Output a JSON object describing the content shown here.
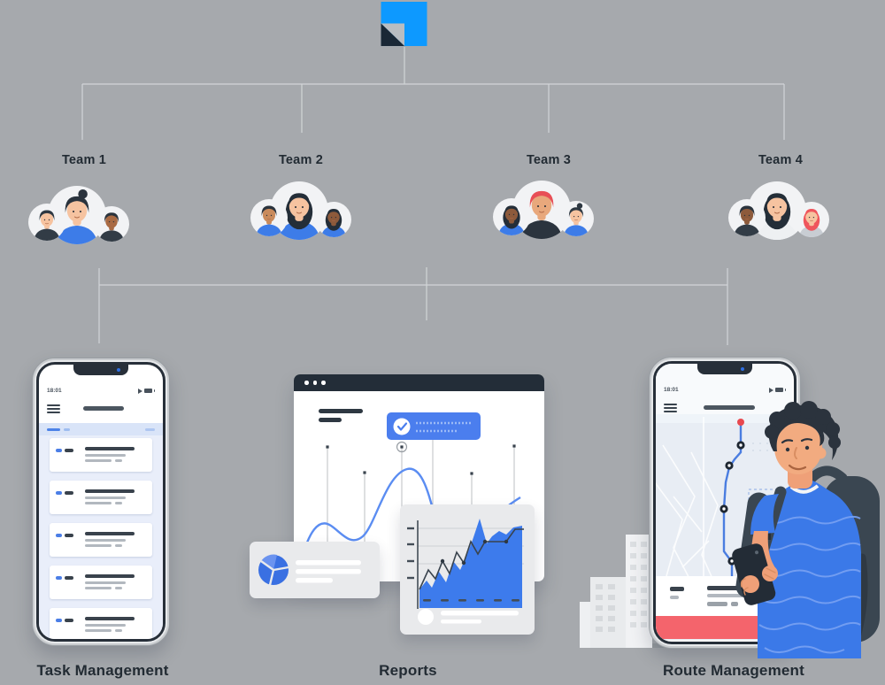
{
  "canvas": {
    "background": "#a6a9ad",
    "connector_color": "#d2d5d8"
  },
  "logo": {
    "blue": "#0d99ff",
    "dark_fold": "#1a2836",
    "light_fold": "#b9bdc1"
  },
  "org_chart": {
    "teams": [
      {
        "label": "Team 1",
        "members": [
          {
            "skin": "#f6c3a0",
            "hair": "#2e3842",
            "shirt": "#323c46",
            "style": "short"
          },
          {
            "skin": "#f6c3a0",
            "hair": "#2a333d",
            "shirt": "#3d7ce8",
            "style": "bun"
          },
          {
            "skin": "#a96a43",
            "hair": "#2a333d",
            "shirt": "#323c46",
            "style": "short"
          }
        ]
      },
      {
        "label": "Team 2",
        "members": [
          {
            "skin": "#c98a5b",
            "hair": "#2a333d",
            "shirt": "#3d7ce8",
            "style": "short"
          },
          {
            "skin": "#f6c3a0",
            "hair": "#242e38",
            "shirt": "#3d7ce8",
            "style": "long"
          },
          {
            "skin": "#8d5a3b",
            "hair": "#242e38",
            "shirt": "#3d7ce8",
            "style": "long"
          }
        ]
      },
      {
        "label": "Team 3",
        "members": [
          {
            "skin": "#8d5a3b",
            "hair": "#242e38",
            "shirt": "#3d7ce8",
            "style": "long"
          },
          {
            "skin": "#e8a87c",
            "hair": "#e84f57",
            "shirt": "#2b343e",
            "style": "short"
          },
          {
            "skin": "#f6c3a0",
            "hair": "#2e3842",
            "shirt": "#3d7ce8",
            "style": "bun"
          }
        ]
      },
      {
        "label": "Team 4",
        "members": [
          {
            "skin": "#8d5a3b",
            "hair": "#2a333d",
            "shirt": "#323c46",
            "style": "short"
          },
          {
            "skin": "#f6c3a0",
            "hair": "#242e38",
            "shirt": "#eef0f2",
            "style": "long"
          },
          {
            "skin": "#f6c3a0",
            "hair": "#ef555c",
            "shirt": "#c8cdd3",
            "style": "long"
          }
        ]
      }
    ]
  },
  "features": [
    {
      "label": "Task Management"
    },
    {
      "label": "Reports"
    },
    {
      "label": "Route Management"
    }
  ],
  "task_app": {
    "status_time": "18:01",
    "cards": 5,
    "accent": "#4b7ee6",
    "band_color": "#d9e4f8"
  },
  "reports": {
    "banner_color": "#4b7eee",
    "curve_color": "#5b8df2",
    "pie_color": "#3a70e2",
    "area_color": "#3d7bec",
    "lollipop_x": [
      38,
      80,
      122,
      157,
      201,
      249
    ],
    "lollipop_top": [
      63,
      92,
      63,
      42,
      93,
      62
    ],
    "highlight_stem": 2
  },
  "route_app": {
    "status_time": "18:01",
    "route_color": "#4a7de0",
    "destination_color": "#e8484f",
    "action_bar_color": "#f4646c",
    "destination": [
      96,
      66
    ],
    "stops": [
      [
        96,
        92
      ],
      [
        83,
        115
      ],
      [
        77,
        164
      ],
      [
        86,
        223
      ]
    ]
  },
  "icons": {
    "menu": "hamburger",
    "window_controls": "three-dots",
    "check": "checkmark",
    "signal": "location-arrow",
    "battery": "battery",
    "camera": "camera-dot"
  }
}
